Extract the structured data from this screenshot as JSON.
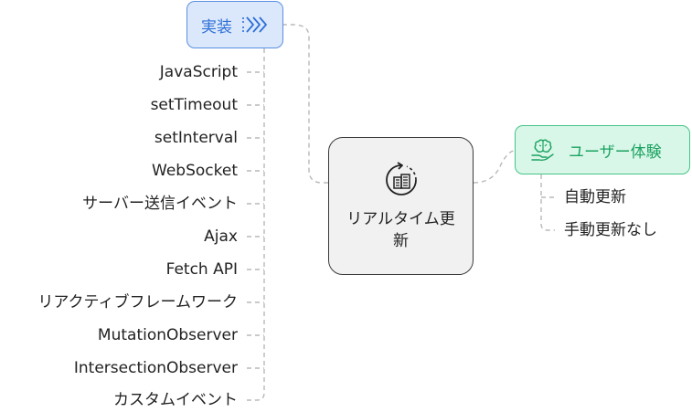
{
  "implementation": {
    "label": "実装",
    "icon": "chevrons-right-icon",
    "color": "#2e6fd6",
    "children": [
      "JavaScript",
      "setTimeout",
      "setInterval",
      "WebSocket",
      "サーバー送信イベント",
      "Ajax",
      "Fetch API",
      "リアクティブフレームワーク",
      "MutationObserver",
      "IntersectionObserver",
      "カスタムイベント"
    ]
  },
  "center": {
    "label": "リアルタイム更新",
    "icon": "refresh-building-icon"
  },
  "user_experience": {
    "label": "ユーザー体験",
    "icon": "brain-hand-icon",
    "color": "#1aa260",
    "children": [
      "自動更新",
      "手動更新なし"
    ]
  }
}
